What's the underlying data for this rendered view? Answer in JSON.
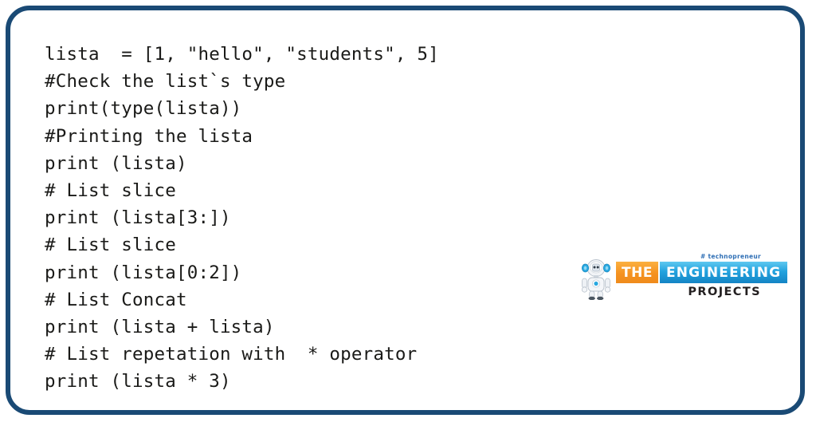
{
  "frame": {
    "border_color": "#1a4a75",
    "background": "#ffffff"
  },
  "code": {
    "language": "python",
    "text_color": "#1a1a18",
    "lines": [
      "lista  = [1, \"hello\", \"students\", 5]",
      "#Check the list`s type",
      "print(type(lista))",
      "#Printing the lista",
      "print (lista)",
      "# List slice",
      "print (lista[3:])",
      "# List slice",
      "print (lista[0:2])",
      "# List Concat",
      "print (lista + lista)",
      "# List repetation with  * operator",
      "print (lista * 3)"
    ]
  },
  "logo": {
    "tagline": "# technopreneur",
    "word_the": "THE",
    "word_engineering": "ENGINEERING",
    "word_projects": "PROJECTS",
    "colors": {
      "the_box": "#f59220",
      "engineering_box": "#23a3df",
      "tagline": "#2f6fb5",
      "projects": "#231f20"
    }
  }
}
